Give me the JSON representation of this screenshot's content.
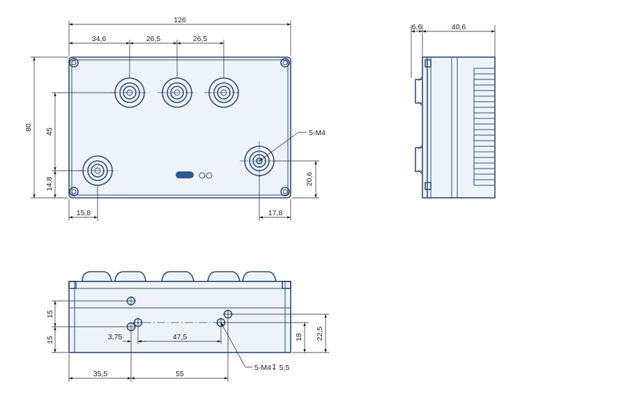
{
  "dimensions": {
    "overall_width": "126",
    "spacing_1": "34,6",
    "spacing_2": "26,5",
    "spacing_3": "26,5",
    "overall_height": "80",
    "height_45": "45",
    "height_14_8": "14,8",
    "left_offset": "15,8",
    "right_offset": "17,8",
    "right_height": "20,6",
    "side_flange": "6,6",
    "side_depth": "40,6",
    "bottom_v1": "15",
    "bottom_v2": "15",
    "bottom_h1": "3,75",
    "bottom_h2": "47,5",
    "bottom_h3": "35,5",
    "bottom_h4": "55",
    "bottom_r1": "18",
    "bottom_r2": "22,5"
  },
  "callouts": {
    "front_holes": "5-M4",
    "bottom_holes": "5-M4↧ 5,5"
  },
  "colors": {
    "outline": "#2e4a72",
    "fill": "#eef3f9",
    "dimension": "#1a1a1a",
    "led": "#2f5a8f"
  }
}
